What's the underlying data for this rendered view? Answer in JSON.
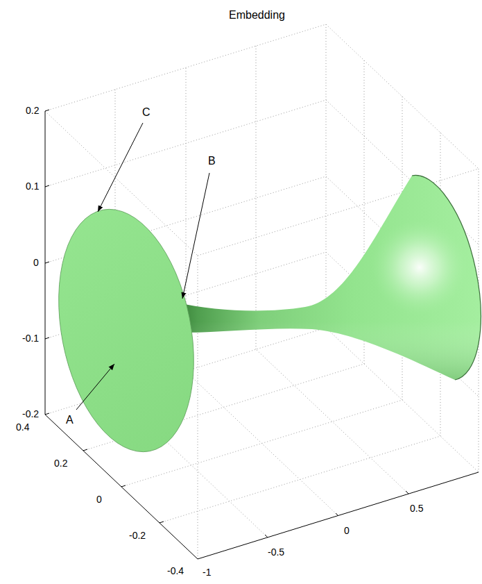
{
  "diagram": {
    "title": "Embedding",
    "labels": [
      "0.2",
      "0.1",
      "0",
      "-0.1",
      "-0.2",
      "0.4",
      "0.2",
      "0",
      "-0.2",
      "-0.4",
      "-1",
      "-0.5",
      "0",
      "0.5",
      "A",
      "B",
      "C"
    ]
  }
}
